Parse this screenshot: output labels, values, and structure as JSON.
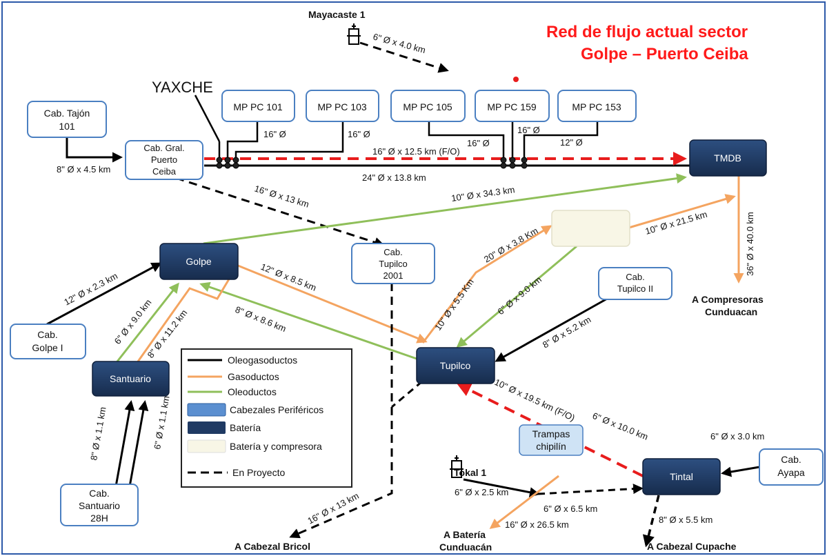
{
  "title": {
    "line1": "Red de flujo actual sector",
    "line2": "Golpe – Puerto Ceiba",
    "color": "#ff1a1a"
  },
  "colors": {
    "oleogasoducto": "#000000",
    "gasoducto": "#f4a460",
    "oleoducto": "#8fbf5a",
    "proyecto_black": "#000000",
    "proyecto_red": "#e81c1c",
    "bateria": "#1f3a63",
    "cabezal_border": "#4a7fc1",
    "bateria_compresora": "#f8f6e6",
    "frame": "#2b58a8"
  },
  "nodes": {
    "mayacaste": "Mayacaste 1",
    "yaxche": "YAXCHE",
    "mp101": "MP PC 101",
    "mp103": "MP PC 103",
    "mp105": "MP PC 105",
    "mp159": "MP PC 159",
    "mp153": "MP PC 153",
    "tajon": [
      "Cab. Tajón",
      "101"
    ],
    "puerto_ceiba": [
      "Cab. Gral.",
      "Puerto",
      "Ceiba"
    ],
    "tmdb": "TMDB",
    "golpe": "Golpe",
    "tupilco_2001": [
      "Cab.",
      "Tupilco",
      "2001"
    ],
    "tupilco_ii": [
      "Cab.",
      "Tupilco II"
    ],
    "golpe_i": [
      "Cab.",
      "Golpe I"
    ],
    "santuario": "Santuario",
    "tupilco": "Tupilco",
    "santuario_28h": [
      "Cab.",
      "Santuario",
      "28H"
    ],
    "trampas": [
      "Trampas",
      "chipilín"
    ],
    "tokal": "Tokal 1",
    "tintal": "Tintal",
    "ayapa": [
      "Cab.",
      "Ayapa"
    ]
  },
  "destinations": {
    "compresoras": [
      "A Compresoras",
      "Cunduacan"
    ],
    "bricol": "A Cabezal Bricol",
    "bateria_cunduacan": [
      "A  Batería",
      "Cunduacán"
    ],
    "cupache": "A Cabezal  Cupache"
  },
  "pipe_labels": {
    "mayacaste": "6\" Ø x  4.0 km",
    "mp101": "16\" Ø",
    "mp103": "16\" Ø",
    "mp105": "16\" Ø",
    "mp159": "16\" Ø",
    "mp153": "12\" Ø",
    "red_fo": "16\" Ø x 12.5 km (F/O)",
    "tajon": "8\" Ø x 4.5 km",
    "main24": "24\" Ø x 13.8 km",
    "pc_tupilco": "16\" Ø x 13 km",
    "golpe_tmdb": "10\" Ø x 34.3 km",
    "tupilco_bc": "20\" Ø x 3.8 Km",
    "bc_tmdb": "10\" Ø x 21.5 km",
    "tmdb_comp": "36\" Ø x 40.0 km",
    "golpei_golpe": "12\" Ø x 2.3  km",
    "golpe_tupilco": "12\" Ø x 8.5  km",
    "bc_tupilco": "6\" Ø x 9.0 km",
    "tupilco_up": "10\" Ø x 5.5 Km",
    "santuario_golpe_green": "6\" Ø x 9.0 km",
    "santuario_golpe_orange": "8\" Ø x 11.2 km",
    "tupilco_golpe": "8\" Ø x 8.6  km",
    "tupilcoii": "8\" Ø x 5.2  km",
    "tintal_tupilco_red": "10\" Ø x  19.5 km (F/O)",
    "tintal_tupilco_black": "6\" Ø x  10.0 km",
    "ayapa": "6\" Ø x  3.0 km",
    "s28_a": "8\" Ø x 1.1 km",
    "s28_b": "6\" Ø x 1.1 km",
    "bricol": "16\" Ø x 13 km",
    "tokal": "6\" Ø  x  2.5 km",
    "tintal_in": "6\" Ø  x  6.5 km",
    "cunduacan": "16\"  Ø  x  26.5 km",
    "cupache": "8\" Ø  x  5.5 km"
  },
  "legend": {
    "oleogasoductos": "Oleogasoductos",
    "gasoductos": "Gasoductos",
    "oleoductos": "Oleoductos",
    "cabezales": "Cabezales Periféricos",
    "bateria": "Batería",
    "bateria_compresora": "Batería y compresora",
    "proyecto": "En Proyecto"
  }
}
